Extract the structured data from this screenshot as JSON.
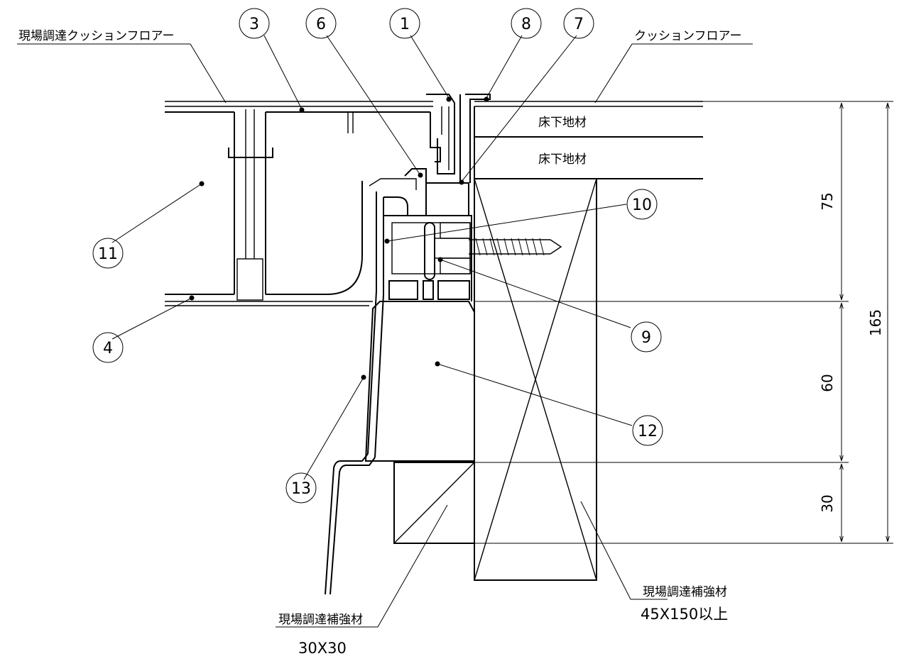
{
  "labels": {
    "site_cushion_floor": "現場調達クッションフロアー",
    "cushion_floor": "クッションフロアー",
    "subfloor_1": "床下地材",
    "subfloor_2": "床下地材",
    "site_reinforce_right": "現場調達補強材",
    "site_reinforce_right_size": "45X150以上",
    "site_reinforce_left": "現場調達補強材",
    "site_reinforce_left_size": "30X30"
  },
  "callouts": {
    "c1": "1",
    "c3": "3",
    "c4": "4",
    "c6": "6",
    "c7": "7",
    "c8": "8",
    "c9": "9",
    "c10": "10",
    "c11": "11",
    "c12": "12",
    "c13": "13"
  },
  "dimensions": {
    "d75": "75",
    "d60": "60",
    "d30": "30",
    "d165": "165"
  }
}
